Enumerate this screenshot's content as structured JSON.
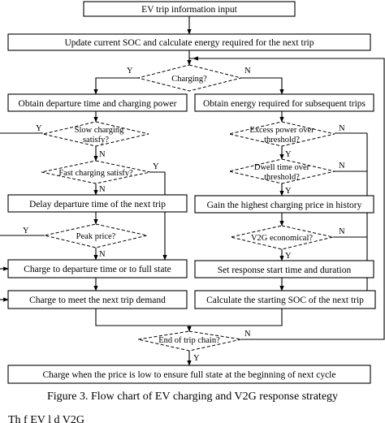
{
  "nodes": {
    "input": "EV trip information input",
    "update": "Update  current SOC and calculate energy required for the next trip",
    "charging_q": "Charging?",
    "obtain_departure": "Obtain departure time and charging power",
    "obtain_energy": "Obtain energy required for subsequent trips",
    "slow_q_1": "Slow charging",
    "slow_q_2": "satisfy?",
    "excess_q_1": "Excess power over",
    "excess_q_2": "threshold?",
    "fast_q": "Fast charging satisfy?",
    "dwell_q_1": "Dwell time over",
    "dwell_q_2": "threshold?",
    "delay": "Delay  departure time of the next trip",
    "gain": "Gain the highest charging price in history",
    "peak_q": "Peak price?",
    "v2g_q": "V2G economical?",
    "charge_departure": "Charge to departure time or to full state",
    "set_response": "Set response start time and duration",
    "charge_demand": "Charge to meet the next trip demand",
    "calc_soc": "Calculate the starting SOC of the next trip",
    "end_q": "End of trip chain?",
    "charge_low": "Charge when the price is low to ensure full state at the beginning of next cycle"
  },
  "labels": {
    "yes": "Y",
    "no": "N"
  },
  "caption": "Figure 3.   Flow chart of EV charging and V2G response strategy",
  "cut_off_text": "Th                   f EV l     d V2G"
}
